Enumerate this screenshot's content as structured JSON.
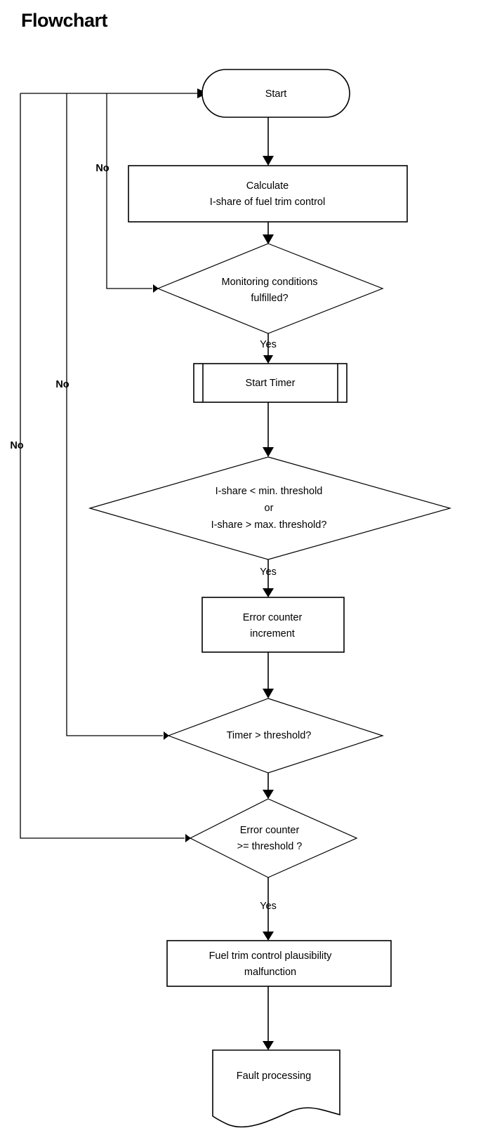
{
  "page": {
    "title": "Flowchart",
    "background_color": "#ffffff",
    "line_color": "#000000"
  },
  "chart_data": {
    "type": "diagram",
    "diagram_kind": "flowchart",
    "title": "Flowchart",
    "orientation": "top-to-bottom",
    "nodes": [
      {
        "id": "start",
        "shape": "terminator",
        "label": "Start"
      },
      {
        "id": "calculate",
        "shape": "process",
        "label": "Calculate\nI-share of fuel trim control",
        "line1": "Calculate",
        "line2": "I-share of fuel trim control"
      },
      {
        "id": "monitoring",
        "shape": "decision",
        "label": "Monitoring  conditions\nfulfilled?",
        "line1": "Monitoring  conditions",
        "line2": "fulfilled?"
      },
      {
        "id": "start_timer",
        "shape": "predefined-process",
        "label": "Start Timer"
      },
      {
        "id": "threshold_check",
        "shape": "decision",
        "label": "I-share < min. threshold\nor\nI-share > max. threshold?",
        "line1": "I-share < min. threshold",
        "line2": "or",
        "line3": "I-share > max. threshold?"
      },
      {
        "id": "error_increment",
        "shape": "process",
        "label": "Error counter\nincrement",
        "line1": "Error counter",
        "line2": "increment"
      },
      {
        "id": "timer_check",
        "shape": "decision",
        "label": "Timer > threshold?",
        "line1": "Timer > threshold?"
      },
      {
        "id": "counter_check",
        "shape": "decision",
        "label": "Error counter\n>= threshold ?",
        "line1": "Error counter",
        "line2": ">= threshold ?"
      },
      {
        "id": "malfunction",
        "shape": "process",
        "label": "Fuel trim control plausibility\nmalfunction",
        "line1": "Fuel trim control plausibility",
        "line2": "malfunction"
      },
      {
        "id": "fault",
        "shape": "document",
        "label": "Fault processing"
      }
    ],
    "edges": [
      {
        "from": "start",
        "to": "calculate",
        "label": ""
      },
      {
        "from": "calculate",
        "to": "monitoring",
        "label": ""
      },
      {
        "from": "monitoring",
        "to": "start_timer",
        "label": "Yes"
      },
      {
        "from": "monitoring",
        "to": "start",
        "label": "No"
      },
      {
        "from": "start_timer",
        "to": "threshold_check",
        "label": ""
      },
      {
        "from": "threshold_check",
        "to": "error_increment",
        "label": "Yes"
      },
      {
        "from": "error_increment",
        "to": "timer_check",
        "label": ""
      },
      {
        "from": "timer_check",
        "to": "counter_check",
        "label": ""
      },
      {
        "from": "timer_check",
        "to": "start",
        "label": "No"
      },
      {
        "from": "counter_check",
        "to": "malfunction",
        "label": "Yes"
      },
      {
        "from": "counter_check",
        "to": "start",
        "label": "No"
      },
      {
        "from": "malfunction",
        "to": "fault",
        "label": ""
      }
    ],
    "edge_labels": {
      "no_monitoring": "No",
      "no_timer": "No",
      "no_counter": "No",
      "yes_monitoring": "Yes",
      "yes_threshold": "Yes",
      "yes_counter": "Yes"
    }
  }
}
